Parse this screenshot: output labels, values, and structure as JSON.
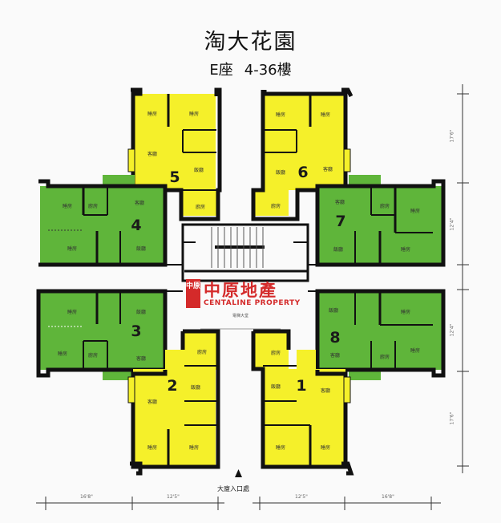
{
  "header": {
    "title": "淘大花園",
    "block": "E座",
    "floors": "4-36樓"
  },
  "units": [
    {
      "id": "1",
      "color": "#f5f02a",
      "rooms": [
        "廚房",
        "飯廳",
        "客廳",
        "睡房",
        "睡房"
      ]
    },
    {
      "id": "2",
      "color": "#f5f02a",
      "rooms": [
        "廚房",
        "飯廳",
        "客廳",
        "睡房",
        "睡房"
      ]
    },
    {
      "id": "3",
      "color": "#5fb53a",
      "rooms": [
        "睡房",
        "飯廳",
        "睡房",
        "廚房",
        "客廳"
      ]
    },
    {
      "id": "4",
      "color": "#5fb53a",
      "rooms": [
        "睡房",
        "廚房",
        "客廳",
        "睡房",
        "飯廳"
      ]
    },
    {
      "id": "5",
      "color": "#f5f02a",
      "rooms": [
        "睡房",
        "睡房",
        "客廳",
        "飯廳",
        "廚房"
      ]
    },
    {
      "id": "6",
      "color": "#f5f02a",
      "rooms": [
        "睡房",
        "睡房",
        "飯廳",
        "客廳",
        "廚房"
      ]
    },
    {
      "id": "7",
      "color": "#5fb53a",
      "rooms": [
        "客廳",
        "廚房",
        "睡房",
        "飯廳",
        "睡房"
      ]
    },
    {
      "id": "8",
      "color": "#5fb53a",
      "rooms": [
        "飯廳",
        "睡房",
        "客廳",
        "廚房",
        "睡房"
      ]
    }
  ],
  "watermark": {
    "badge": "中原",
    "name_cn": "中原地產",
    "name_en": "CENTALINE PROPERTY",
    "scale": "電梯大堂"
  },
  "entrance": {
    "label": "大廈入口處"
  },
  "dimensions": {
    "bottom": [
      "16'8\"",
      "12'5\"",
      "12'5\"",
      "16'8\""
    ],
    "right": [
      "17'6\"",
      "12'4\"",
      "12'4\"",
      "17'6\""
    ]
  },
  "colors": {
    "yellow_unit": "#f5f02a",
    "green_unit": "#5fb53a",
    "wall": "#111111",
    "logo_red": "#d42a2a"
  }
}
